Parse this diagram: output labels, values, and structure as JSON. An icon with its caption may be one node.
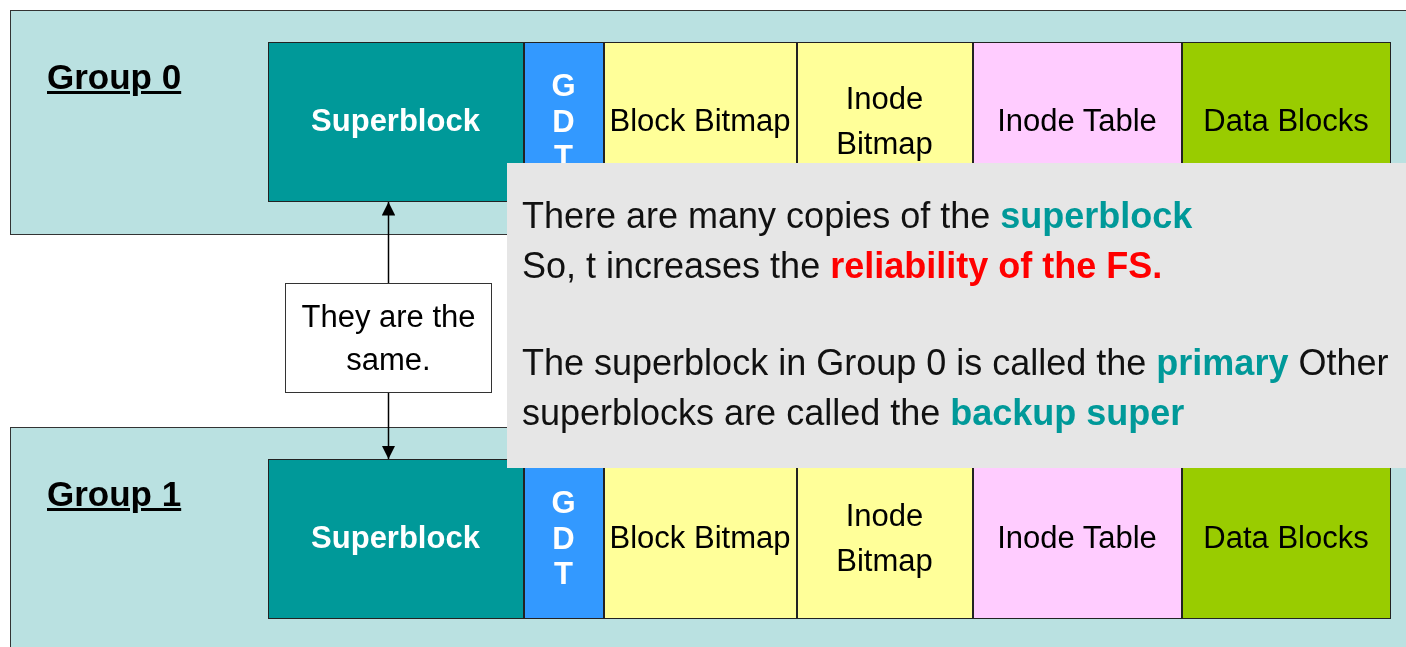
{
  "diagram": {
    "nodes": [
      {
        "text": [
          "Group 0"
        ]
      },
      {
        "text": [
          "Superblock"
        ],
        "in": 0
      },
      {
        "text": [
          "GDT"
        ],
        "in": 0
      },
      {
        "text": [
          "Block Bitmap"
        ],
        "in": 0
      },
      {
        "text": [
          "Inode Bitmap"
        ],
        "in": 0
      },
      {
        "text": [
          "Inode Table"
        ],
        "in": 0
      },
      {
        "text": [
          "Data Blocks"
        ],
        "in": 0
      },
      {
        "text": [
          "There are many copies of the **superblock** So, t increases the **reliability of the FS.**",
          "The superblock in Group 0 is called the **primary** Other superblocks are called the **backup super**"
        ]
      },
      {
        "text": [
          "They are the same."
        ]
      },
      {
        "text": [
          "Group 1"
        ]
      },
      {
        "text": [
          "Superblock"
        ],
        "in": 9
      },
      {
        "text": [
          "GDT"
        ],
        "in": 9
      },
      {
        "text": [
          "Block Bitmap"
        ],
        "in": 9
      },
      {
        "text": [
          "Inode Bitmap"
        ],
        "in": 9
      },
      {
        "text": [
          "Inode Table"
        ],
        "in": 9
      },
      {
        "text": [
          "Data Blocks"
        ],
        "in": 9
      }
    ],
    "edges": [
      {
        "from": 8,
        "to": 1,
        "arrow": "to"
      },
      {
        "from": 8,
        "to": 10,
        "arrow": "to"
      }
    ]
  }
}
